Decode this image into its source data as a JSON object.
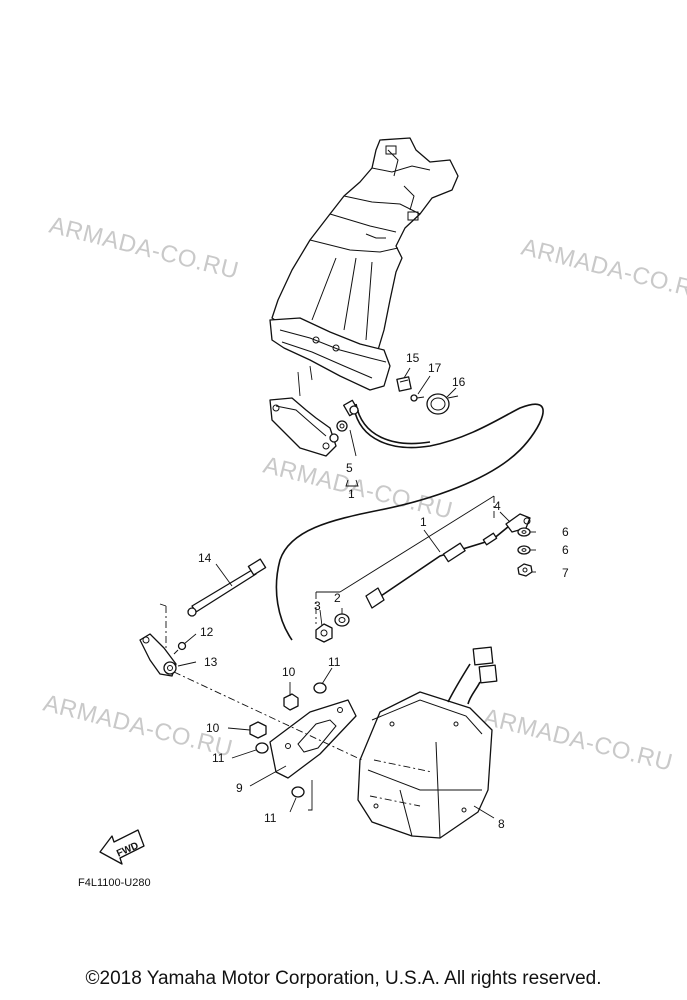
{
  "watermark": "ARMADA-CO.RU",
  "drawing_code": "F4L1100-U280",
  "fwd_label": "FWD",
  "copyright": "©2018 Yamaha Motor Corporation, U.S.A. All rights reserved.",
  "callouts": {
    "c1a": "1",
    "c1b": "1",
    "c2": "2",
    "c3": "3",
    "c4": "4",
    "c5": "5",
    "c6a": "6",
    "c6b": "6",
    "c7": "7",
    "c8": "8",
    "c9": "9",
    "c10a": "10",
    "c10b": "10",
    "c11a": "11",
    "c11b": "11",
    "c11c": "11",
    "c12": "12",
    "c13": "13",
    "c14": "14",
    "c15": "15",
    "c16": "16",
    "c17": "17"
  }
}
